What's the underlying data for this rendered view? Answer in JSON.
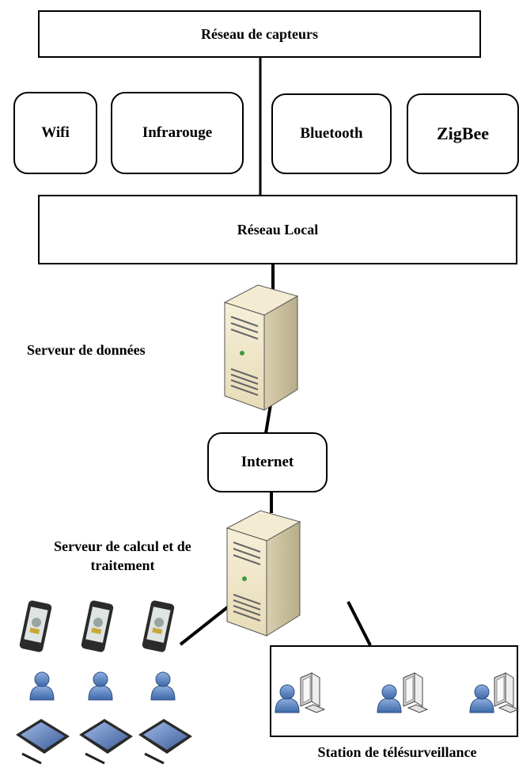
{
  "diagram": {
    "sensor_network": "Réseau de capteurs",
    "protocols": [
      "Wifi",
      "Infrarouge",
      "Bluetooth",
      "ZigBee"
    ],
    "local_network": "Réseau Local",
    "data_server": "Serveur de données",
    "internet": "Internet",
    "compute_server": "Serveur de calcul et de traitement",
    "monitoring_station": "Station de télésurveillance"
  },
  "icons": {
    "server": "server-tower-icon",
    "smartphone": "smartphone-icon",
    "user": "user-icon",
    "tablet": "tablet-icon",
    "monitor": "monitor-icon"
  },
  "colors": {
    "server_body": "#efe6c8",
    "user_blue": "#5b86c4",
    "line": "#000000"
  }
}
